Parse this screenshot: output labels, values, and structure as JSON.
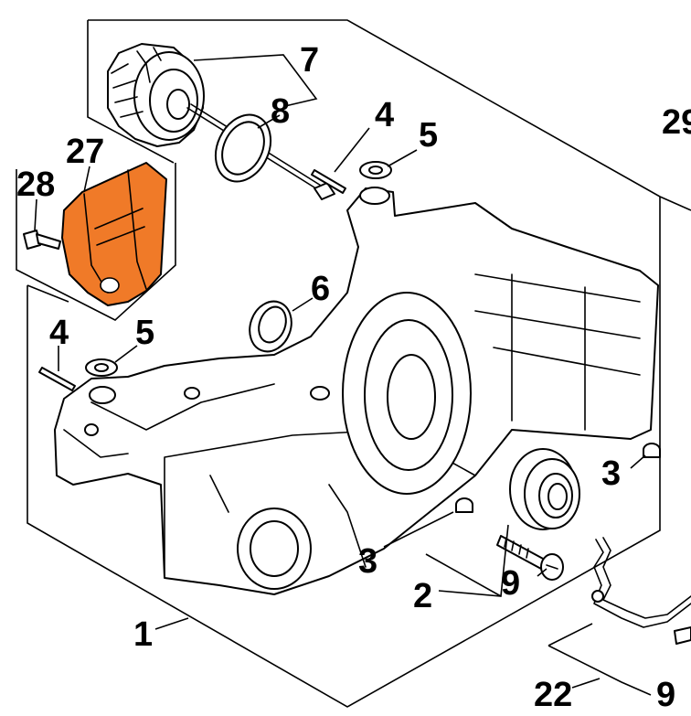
{
  "colors": {
    "line": "#000000",
    "background": "#ffffff",
    "highlight": "#f07a28"
  },
  "callouts": {
    "c1": "1",
    "c2": "2",
    "c3a": "3",
    "c3b": "3",
    "c4a": "4",
    "c4b": "4",
    "c5a": "5",
    "c5b": "5",
    "c6": "6",
    "c7": "7",
    "c8": "8",
    "c9a": "9",
    "c9b": "9",
    "c22": "22",
    "c27": "27",
    "c28": "28",
    "c29": "29"
  },
  "parts": [
    {
      "ref": "1",
      "name": "crankcase",
      "highlighted": false
    },
    {
      "ref": "2",
      "name": "ball-bearing",
      "highlighted": false
    },
    {
      "ref": "3",
      "name": "sleeve",
      "highlighted": false
    },
    {
      "ref": "4",
      "name": "pin",
      "highlighted": false
    },
    {
      "ref": "5",
      "name": "washer",
      "highlighted": false
    },
    {
      "ref": "6",
      "name": "oil-seal",
      "highlighted": false
    },
    {
      "ref": "7",
      "name": "oil-pump-assembly",
      "highlighted": false
    },
    {
      "ref": "8",
      "name": "o-ring",
      "highlighted": false
    },
    {
      "ref": "9",
      "name": "screw",
      "highlighted": false
    },
    {
      "ref": "22",
      "name": "gasket",
      "highlighted": false
    },
    {
      "ref": "27",
      "name": "guard-cover",
      "highlighted": true
    },
    {
      "ref": "28",
      "name": "cover-screw",
      "highlighted": false
    },
    {
      "ref": "29",
      "name": "part-29",
      "highlighted": false
    }
  ]
}
